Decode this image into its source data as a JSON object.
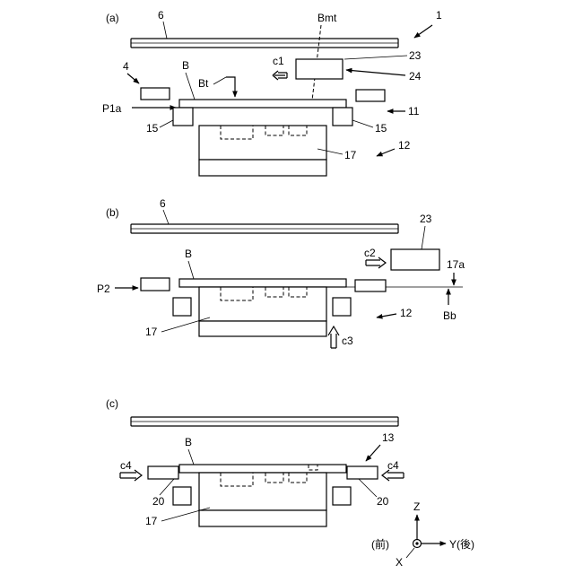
{
  "panels": {
    "a": {
      "panel_label": "(a)",
      "labels": {
        "conveyor_6": "6",
        "device_1": "1",
        "bmt": "Bmt",
        "c1": "c1",
        "head_23": "23",
        "unit_24": "24",
        "guide_4": "4",
        "board_B": "B",
        "bt": "Bt",
        "p1a": "P1a",
        "holder_11": "11",
        "clamp_15_left": "15",
        "clamp_15_right": "15",
        "backup_17": "17",
        "stage_12": "12"
      }
    },
    "b": {
      "panel_label": "(b)",
      "labels": {
        "conveyor_6": "6",
        "head_23": "23",
        "c2": "c2",
        "level_17a": "17a",
        "board_B": "B",
        "p2": "P2",
        "bb": "Bb",
        "stage_12": "12",
        "backup_17": "17",
        "c3": "c3"
      }
    },
    "c": {
      "panel_label": "(c)",
      "labels": {
        "unit_13": "13",
        "board_B": "B",
        "c4_left": "c4",
        "c4_right": "c4",
        "clamp_20_left": "20",
        "clamp_20_right": "20",
        "backup_17": "17"
      }
    }
  },
  "axes": {
    "z": "Z",
    "y": "Y(後)",
    "front": "(前)",
    "x": "X"
  }
}
